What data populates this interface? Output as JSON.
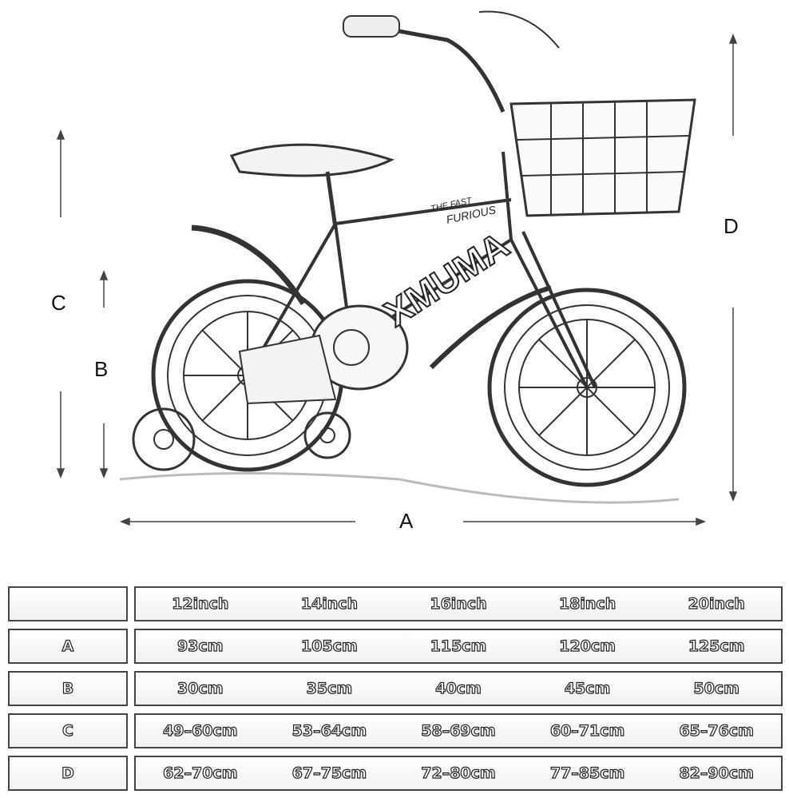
{
  "diagram": {
    "labels": {
      "a": "A",
      "b": "B",
      "c": "C",
      "d": "D"
    },
    "frame_text": {
      "line1": "THE FAST",
      "line2": "FURIOUS",
      "brand": "XMUMA"
    }
  },
  "size_table": {
    "header": [
      "12inch",
      "14inch",
      "16inch",
      "18inch",
      "20inch"
    ],
    "rows": [
      {
        "label": "A",
        "values": [
          "93cm",
          "105cm",
          "115cm",
          "120cm",
          "125cm"
        ]
      },
      {
        "label": "B",
        "values": [
          "30cm",
          "35cm",
          "40cm",
          "45cm",
          "50cm"
        ]
      },
      {
        "label": "C",
        "values": [
          "49–60cm",
          "53–64cm",
          "58–69cm",
          "60–71cm",
          "65–76cm"
        ]
      },
      {
        "label": "D",
        "values": [
          "62–70cm",
          "67–75cm",
          "72–80cm",
          "77–85cm",
          "82–90cm"
        ]
      }
    ]
  }
}
